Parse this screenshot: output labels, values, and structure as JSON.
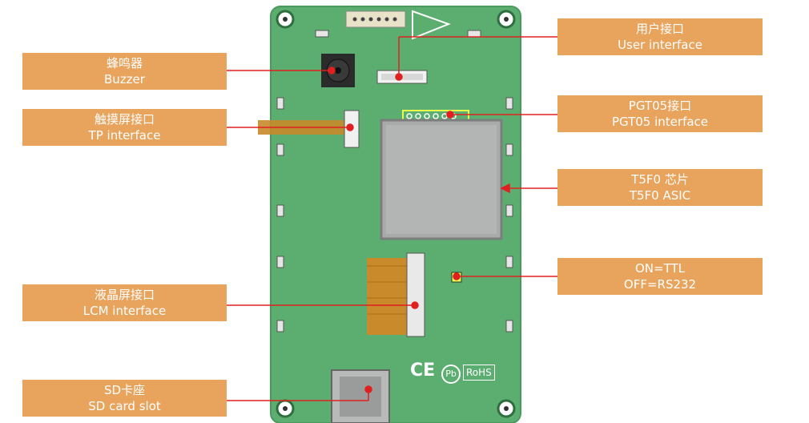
{
  "labels": {
    "buzzer": {
      "zh": "蜂鸣器",
      "en": "Buzzer"
    },
    "tp": {
      "zh": "触摸屏接口",
      "en": "TP interface"
    },
    "lcm": {
      "zh": "液晶屏接口",
      "en": "LCM interface"
    },
    "sd": {
      "zh": "SD卡座",
      "en": "SD card slot"
    },
    "user": {
      "zh": "用户接口",
      "en": "User interface"
    },
    "pgt05": {
      "zh": "PGT05接口",
      "en": "PGT05 interface"
    },
    "t5f0": {
      "zh": "T5F0 芯片",
      "en": "T5F0 ASIC"
    },
    "switch": {
      "zh": "ON=TTL",
      "en": "OFF=RS232"
    }
  },
  "board": {
    "marks": {
      "ce": "CE",
      "pb": "Pb",
      "rohs": "RoHS"
    },
    "colors": {
      "pcb": "#5bae6f",
      "pcb_dark": "#3f8f55",
      "chip": "#a9abaa",
      "ribbon": "#c88a2a"
    }
  },
  "colors": {
    "label_bg": "#e8a35c",
    "leader": "#e02020"
  }
}
